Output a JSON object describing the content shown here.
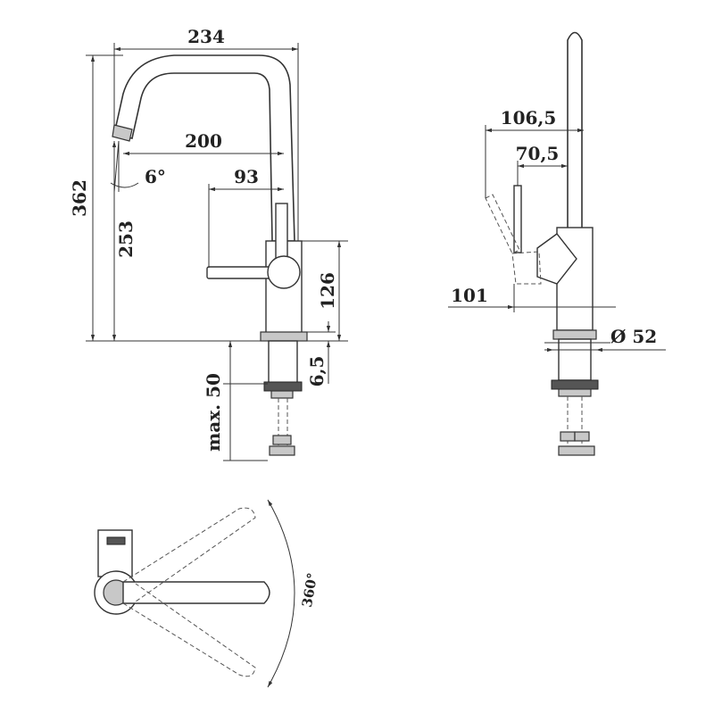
{
  "dimensions": {
    "front_width_top": "234",
    "front_reach": "200",
    "front_handle": "93",
    "front_angle": "6°",
    "front_total_height": "362",
    "front_spout_height": "253",
    "front_body_height": "126",
    "front_flange": "6,5",
    "front_max_thickness": "max. 50",
    "side_total_depth": "106,5",
    "side_handle_depth": "70,5",
    "side_handle_offset": "101",
    "side_base_diameter": "Ø 52",
    "top_rotation": "360°"
  }
}
